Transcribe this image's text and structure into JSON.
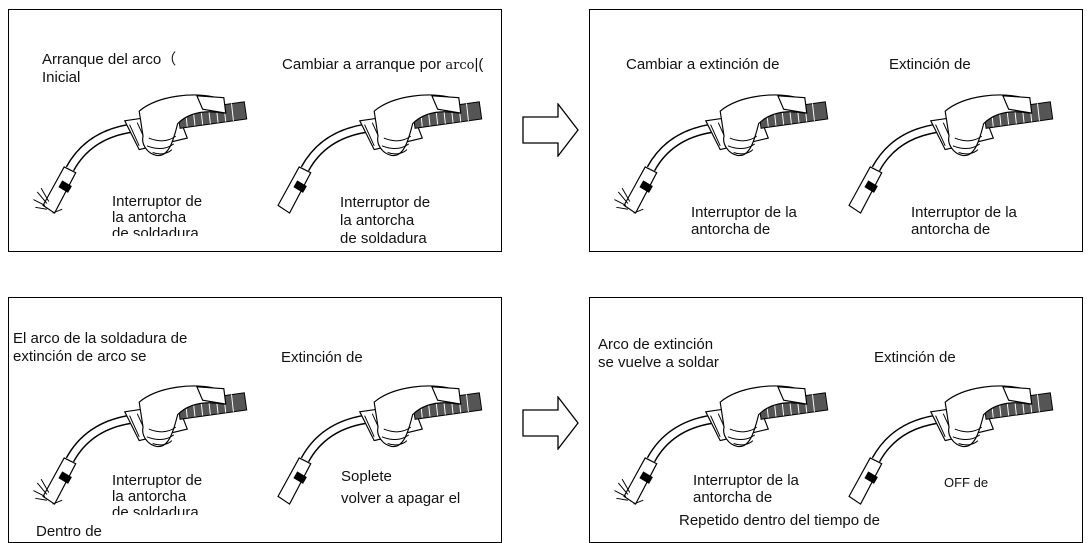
{
  "panels": {
    "p1": {
      "left_line1": "Arranque del arco（",
      "left_line2": "Inicial",
      "right_title_a": "Cambiar a arranque por ",
      "right_title_b": "arco",
      "right_title_c": "|(",
      "left_sw1": "Interruptor de",
      "left_sw2": "la antorcha",
      "left_sw3": "de soldadura",
      "right_sw1": "Interruptor de",
      "right_sw2": "la antorcha",
      "right_sw3": "de soldadura"
    },
    "p2": {
      "left_title": "Cambiar a extinción de",
      "right_title": "Extinción de",
      "left_sw1": "Interruptor de la",
      "left_sw2": "antorcha de",
      "right_sw1": "Interruptor de la",
      "right_sw2": "antorcha de"
    },
    "p3": {
      "left_line1": "El arco de la soldadura de",
      "left_line2": "extinción de arco se",
      "right_title": "Extinción de",
      "left_sw1": "Interruptor de",
      "left_sw2": "la antorcha",
      "left_sw3": "de soldadura",
      "bottom": "Dentro de",
      "right_sw1": "Soplete",
      "right_sw2": "volver a apagar el"
    },
    "p4": {
      "left_line1": "Arco de extinción",
      "left_line2": "se vuelve a soldar",
      "right_title": "Extinción de",
      "left_sw1": "Interruptor de la",
      "left_sw2": "antorcha de",
      "right_sw": "OFF de",
      "bottom": "Repetido dentro del tiempo de"
    }
  }
}
